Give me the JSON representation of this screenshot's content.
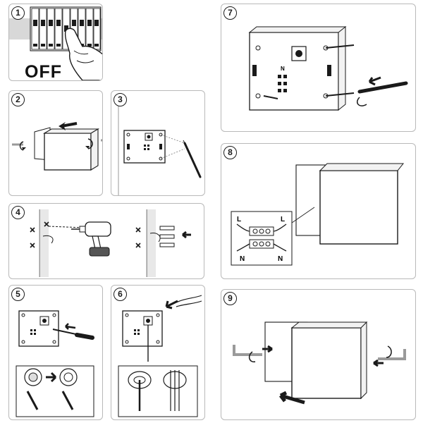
{
  "steps": {
    "s1": {
      "number": "1",
      "label": "OFF"
    },
    "s2": {
      "number": "2"
    },
    "s3": {
      "number": "3"
    },
    "s4": {
      "number": "4"
    },
    "s5": {
      "number": "5"
    },
    "s6": {
      "number": "6"
    },
    "s7": {
      "number": "7"
    },
    "s8": {
      "number": "8",
      "wire_labels": {
        "l_left": "L",
        "l_right": "L",
        "n_left": "N",
        "n_right": "N"
      }
    },
    "s9": {
      "number": "9"
    }
  },
  "symbols": {
    "base_marking": "N"
  },
  "colors": {
    "line": "#1a1a1a",
    "grey": "#bcbcbc",
    "panel_border": "#b9b9b9"
  }
}
